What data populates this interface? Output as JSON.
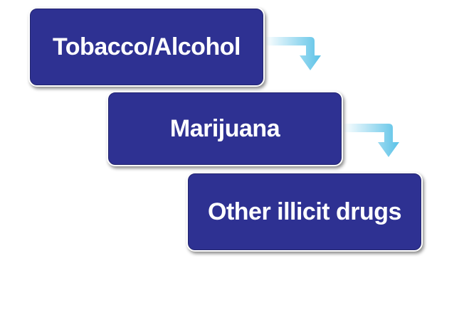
{
  "diagram": {
    "steps": [
      {
        "label": "Tobacco/Alcohol"
      },
      {
        "label": "Marijuana"
      },
      {
        "label": "Other illicit drugs"
      }
    ]
  },
  "colors": {
    "box_fill": "#2e3192",
    "box_text": "#ffffff",
    "arrow_start": "#ffffff",
    "arrow_end": "#5bc2e7"
  }
}
